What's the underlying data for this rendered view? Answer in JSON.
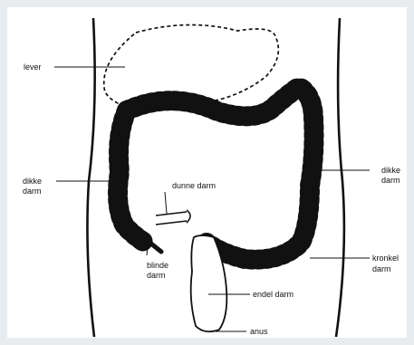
{
  "diagram": {
    "labels": {
      "lever": "lever",
      "dikke_darm_left_1": "dikke",
      "dikke_darm_left_2": "darm",
      "dunne_darm": "dunne darm",
      "blinde_darm_1": "blinde",
      "blinde_darm_2": "darm",
      "dikke_darm_right_1": "dikke",
      "dikke_darm_right_2": "darm",
      "kronkel_darm_1": "kronkel",
      "kronkel_darm_2": "darm",
      "endel_darm": "endel darm",
      "anus": "anus"
    }
  },
  "colors": {
    "ink": "#111111",
    "background": "#e9ecef",
    "panel": "#ffffff"
  }
}
